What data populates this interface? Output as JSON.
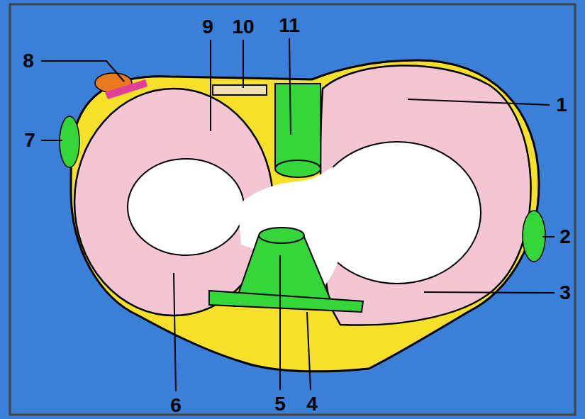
{
  "diagram": {
    "labels": [
      "9",
      "10",
      "11",
      "8",
      "1",
      "7",
      "2",
      "3",
      "6",
      "5",
      "4"
    ]
  }
}
